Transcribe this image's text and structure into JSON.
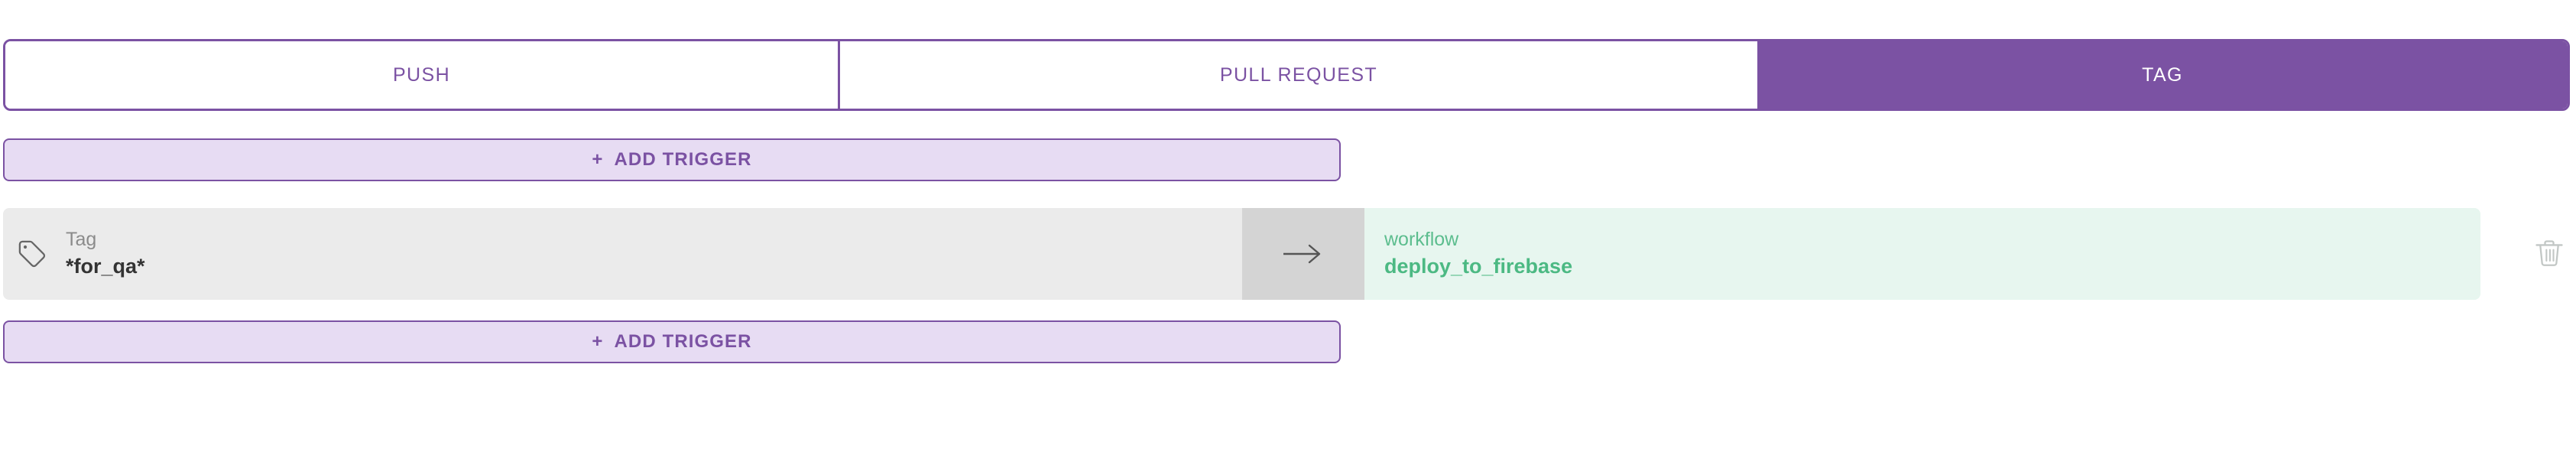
{
  "tabs": [
    {
      "id": "push",
      "label": "PUSH",
      "active": false
    },
    {
      "id": "pull-request",
      "label": "PULL REQUEST",
      "active": false
    },
    {
      "id": "tag",
      "label": "TAG",
      "active": true
    }
  ],
  "buttons": {
    "add_trigger_plus": "+",
    "add_trigger_label": "ADD TRIGGER"
  },
  "trigger": {
    "condition": {
      "icon": "tag-icon",
      "label": "Tag",
      "value": "*for_qa*"
    },
    "arrow": "→",
    "target": {
      "label": "workflow",
      "value": "deploy_to_firebase"
    },
    "delete_icon": "trash-icon"
  },
  "colors": {
    "accent_purple": "#7b52a3",
    "accent_purple_light": "#e7dcf3",
    "condition_bg": "#ebebeb",
    "arrow_bg": "#d4d4d4",
    "workflow_bg": "#e7f6ef",
    "workflow_text": "#4cb983",
    "workflow_label": "#5cbd8e",
    "label_gray": "#8b8b8b",
    "value_dark": "#333333"
  }
}
